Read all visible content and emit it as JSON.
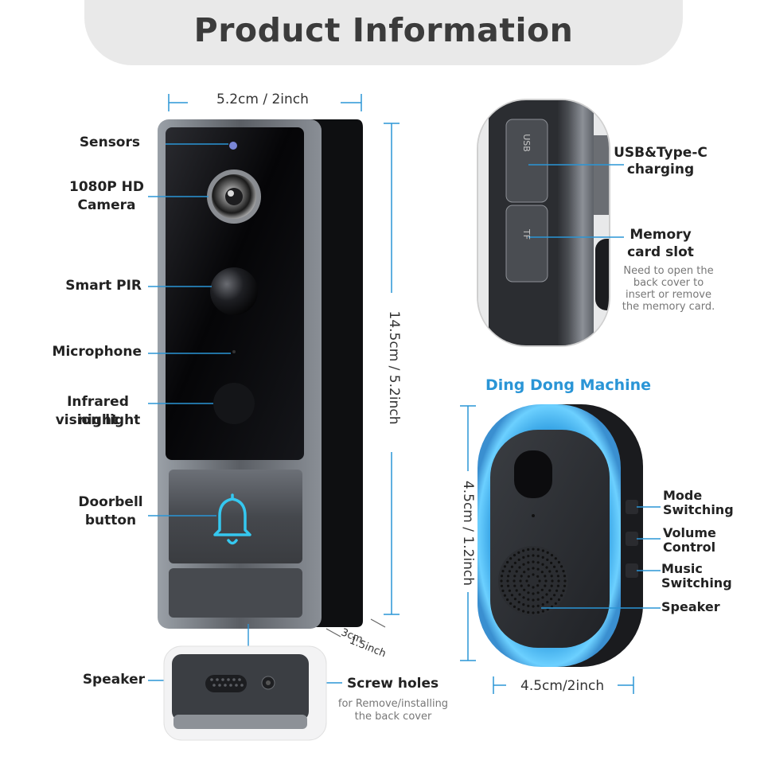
{
  "header": {
    "title": "Product Information"
  },
  "doorbell": {
    "width_label": "5.2cm / 2inch",
    "height_label": "14.5cm / 5.2inch",
    "depth_label_cm": "3cm",
    "depth_label_inch": "1.5inch",
    "labels": {
      "sensors": "Sensors",
      "camera_l1": "1080P HD",
      "camera_l2": "Camera",
      "pir": "Smart PIR",
      "microphone": "Microphone",
      "infrared_l1": "Infrared night",
      "infrared_l2": "vision light",
      "button_l1": "Doorbell",
      "button_l2": "button"
    }
  },
  "bottom_view": {
    "speaker": "Speaker",
    "screw_holes": "Screw holes",
    "screw_note_l1": "for Remove/installing",
    "screw_note_l2": "the back cover"
  },
  "side_view": {
    "usb_l1": "USB&Type-C",
    "usb_l2": "charging",
    "usb_port_text": "USB",
    "tf_port_text": "TF",
    "memory_l1": "Memory",
    "memory_l2": "card slot",
    "memory_note_l1": "Need to open the",
    "memory_note_l2": "back cover to",
    "memory_note_l3": "insert or remove",
    "memory_note_l4": "the memory card."
  },
  "chime": {
    "title": "Ding Dong Machine",
    "height_label": "4.5cm / 1.2inch",
    "width_label": "4.5cm/2inch",
    "labels": {
      "mode_l1": "Mode",
      "mode_l2": "Switching",
      "volume_l1": "Volume",
      "volume_l2": "Control",
      "music_l1": "Music",
      "music_l2": "Switching",
      "speaker": "Speaker"
    }
  },
  "colors": {
    "accent_blue": "#2a95d6",
    "glow_blue": "#3fb3f0",
    "bell_cyan": "#35c8f0",
    "body_dark": "#121214",
    "frame_gray": "#7c8087"
  }
}
